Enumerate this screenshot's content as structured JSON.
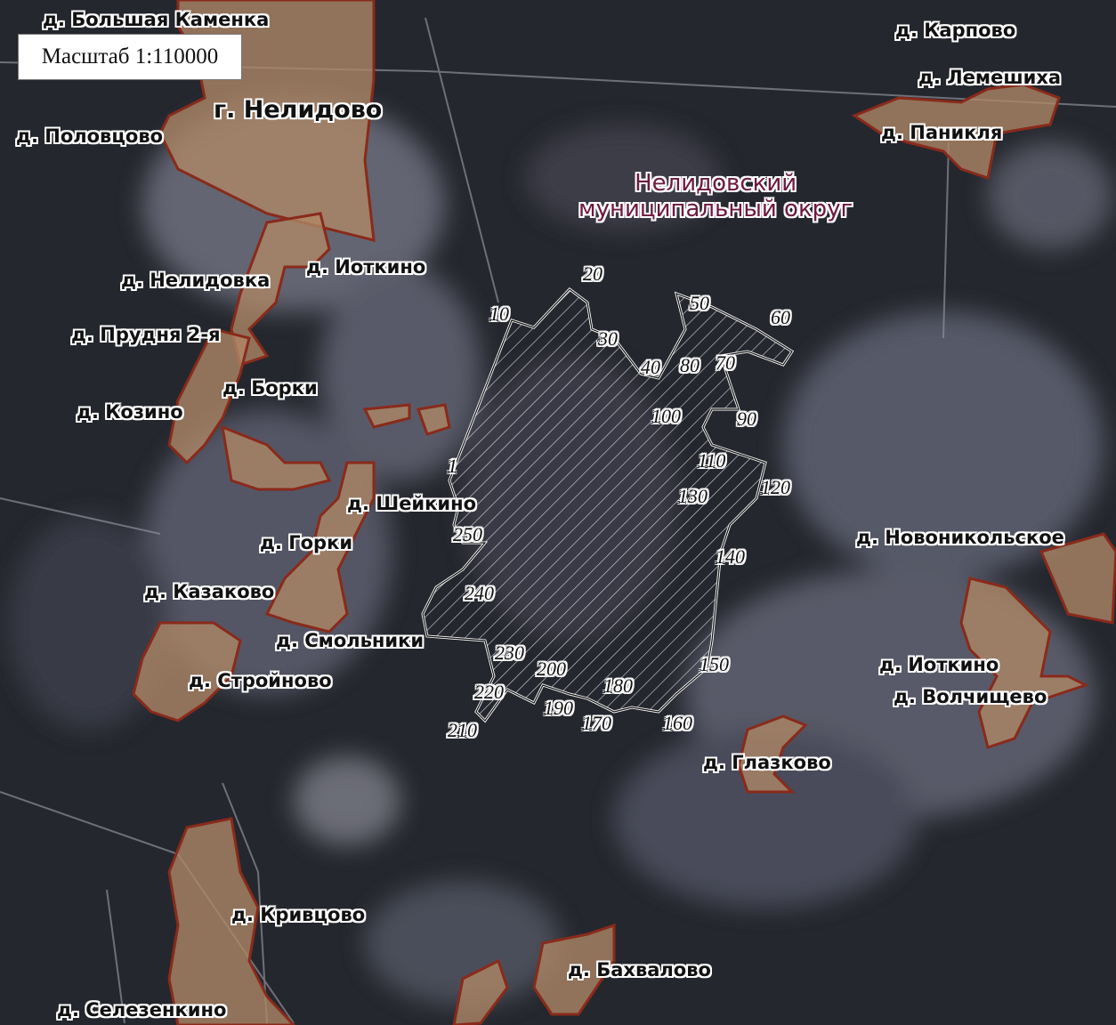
{
  "scale": {
    "label": "Масштаб 1:110000"
  },
  "district": {
    "line1": "Нелидовский",
    "line2": "муниципальный округ"
  },
  "city": "г. Нелидово",
  "villages": {
    "bolshaya_kamenka": "д. Большая Каменка",
    "karpovo": "д. Карпово",
    "lemeshikha": "д. Лемешиха",
    "paniklya": "д. Паникля",
    "polovtsovo": "д. Половцово",
    "nelidovka": "д. Нелидовка",
    "iotkino_north": "д. Иоткино",
    "prudnya": "д. Прудня 2-я",
    "borki": "д. Борки",
    "kozino": "д. Козино",
    "sheikino": "д. Шейкино",
    "gorki": "д. Горки",
    "kazakovo": "д. Казаково",
    "smolniki": "д. Смольники",
    "stroinovo": "д. Стройново",
    "novonikolskoe": "д. Новоникольское",
    "iotkino_east": "д. Иоткино",
    "volchishchevo": "д. Волчищево",
    "glazkovo": "д. Глазково",
    "krivtsovo": "д. Кривцово",
    "bakhvalovo": "д. Бахвалово",
    "selezenkino": "д. Селезенкино"
  },
  "boundary_points": [
    "1",
    "10",
    "20",
    "30",
    "40",
    "50",
    "60",
    "70",
    "80",
    "90",
    "100",
    "110",
    "120",
    "130",
    "140",
    "150",
    "160",
    "170",
    "180",
    "190",
    "200",
    "210",
    "220",
    "230",
    "240",
    "250"
  ],
  "colors": {
    "settlement_fill": "#b08866",
    "settlement_border": "#8a2a1a",
    "parcel_border": "#ffffff",
    "district_label": "#6e1840"
  }
}
